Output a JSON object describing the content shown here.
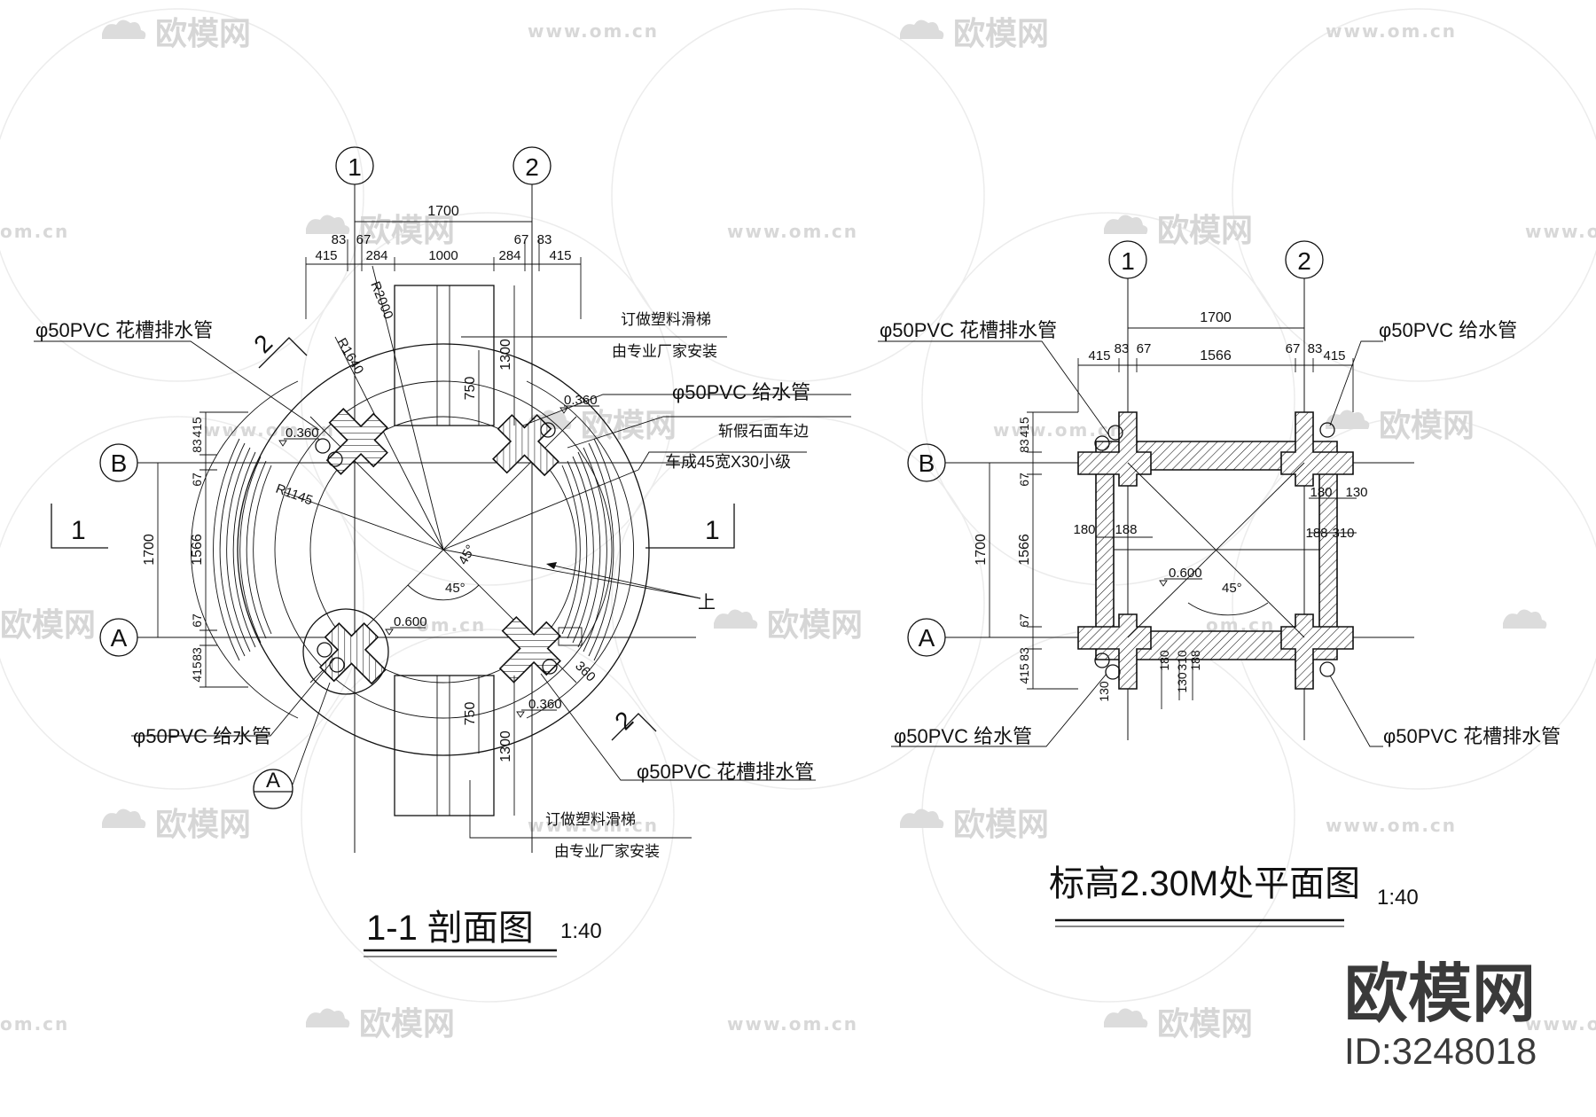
{
  "watermark": {
    "brand": "欧模网",
    "url": "www.om.cn",
    "url_partial": "om.cn"
  },
  "footer": {
    "brand": "欧模网",
    "id_label": "ID:3248018"
  },
  "axes": {
    "col1": "1",
    "col2": "2",
    "rowA": "A",
    "rowB": "B"
  },
  "left_drawing": {
    "title": "1-1 剖面图",
    "scale": "1:40",
    "section_marks": {
      "left": "1",
      "right": "1",
      "diag_top": "2",
      "diag_bottom": "2"
    },
    "detail_marker": "A",
    "dims_top": {
      "overall": "1700",
      "a": "83",
      "b": "67",
      "c": "67",
      "d": "83",
      "e": "415",
      "f": "284",
      "g": "1000",
      "h": "284",
      "i": "415"
    },
    "dims_left": {
      "overall": "1700",
      "mid": "1566",
      "top_415": "415",
      "top_67": "67",
      "top_83": "83",
      "bot_67": "67",
      "bot_83": "83",
      "bot_415": "415"
    },
    "slide_dims": {
      "top_1300": "1300",
      "top_750": "750",
      "bot_1300": "1300",
      "bot_750": "750"
    },
    "radii": {
      "r2000": "R2000",
      "r1640": "R1640",
      "r1145": "R1145"
    },
    "angles": {
      "a1": "45°",
      "a2": "45°"
    },
    "elevations": {
      "e1": "0.360",
      "e2": "0.360",
      "e3": "0.600",
      "e4": "0.360",
      "side_360": "360"
    },
    "up_label": "上",
    "labels": {
      "drain_top": "φ50PVC 花槽排水管",
      "slide_top_1": "订做塑料滑梯",
      "slide_top_2": "由专业厂家安装",
      "water_right": "φ50PVC 给水管",
      "stone_1": "斩假石面车边",
      "stone_2": "车成45宽X30小级",
      "water_left": "φ50PVC 给水管",
      "drain_bottom": "φ50PVC 花槽排水管",
      "slide_bot_1": "订做塑料滑梯",
      "slide_bot_2": "由专业厂家安装"
    }
  },
  "right_drawing": {
    "title": "标高2.30M处平面图",
    "scale": "1:40",
    "dims_top": {
      "overall": "1700",
      "a": "415",
      "b": "83",
      "c": "67",
      "mid": "1566",
      "d": "67",
      "e": "83",
      "f": "415"
    },
    "dims_left": {
      "overall": "1700",
      "mid": "1566",
      "top_415": "415",
      "top_67": "67",
      "top_83": "83",
      "bot_67": "67",
      "bot_83": "83",
      "bot_415": "415"
    },
    "inner_dims": {
      "d180a": "180",
      "d130a": "130",
      "d188a": "188",
      "d310a": "310",
      "d180b": "180",
      "d188b": "188",
      "d180c": "180",
      "d130c": "130",
      "d310c": "310",
      "d188c": "188",
      "d130d": "130"
    },
    "elevation": "0.600",
    "angle": "45°",
    "labels": {
      "drain_tl": "φ50PVC 花槽排水管",
      "water_tr": "φ50PVC 给水管",
      "water_bl": "φ50PVC 给水管",
      "drain_br": "φ50PVC 花槽排水管"
    }
  }
}
